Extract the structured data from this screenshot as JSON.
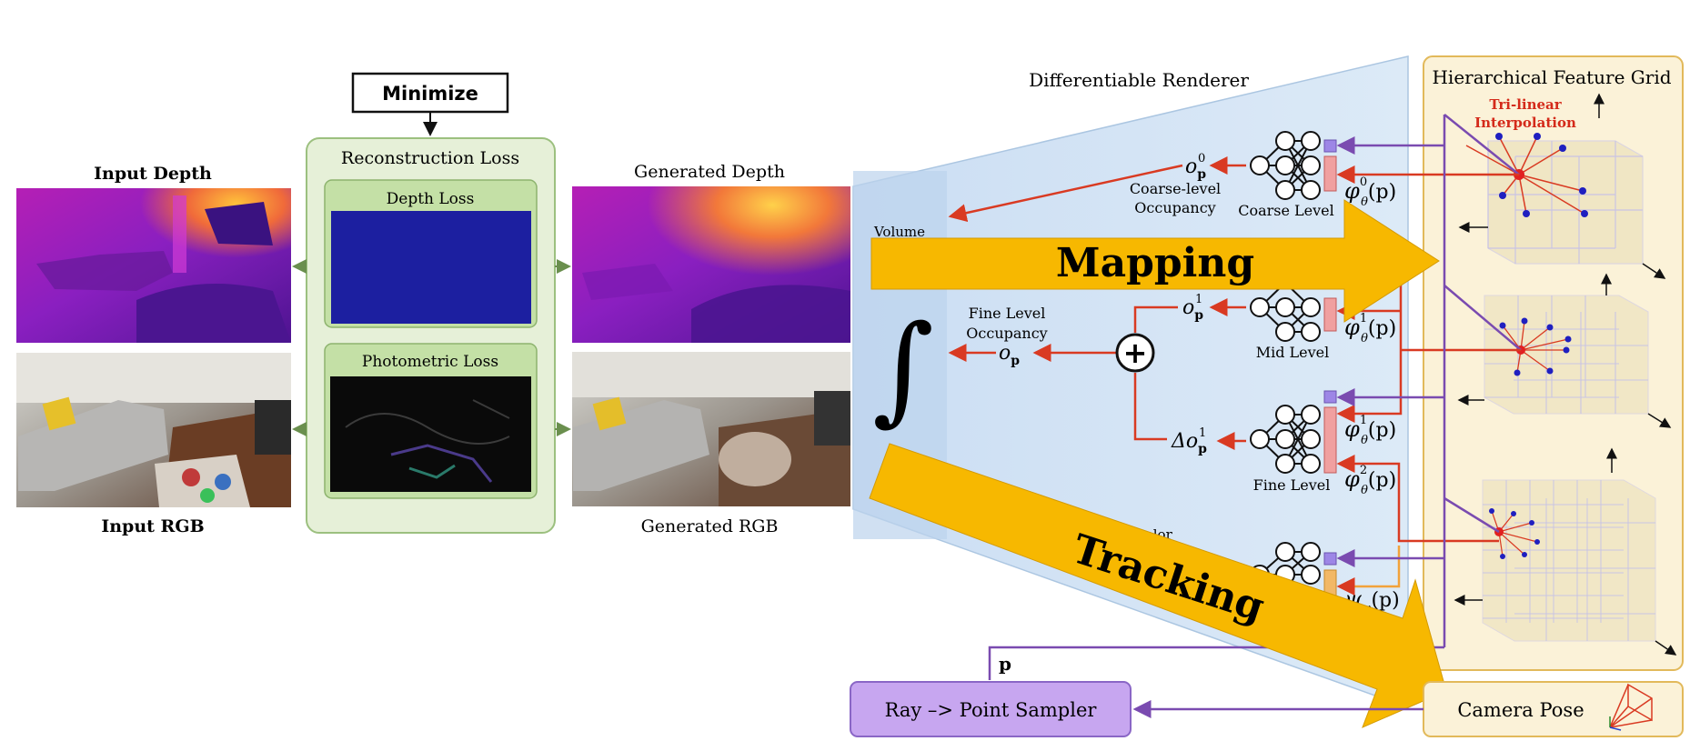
{
  "diagram": {
    "input_depth_label": "Input Depth",
    "input_rgb_label": "Input RGB",
    "minimize_label": "Minimize",
    "reconstruction_loss_label": "Reconstruction Loss",
    "depth_loss_label": "Depth Loss",
    "photometric_loss_label": "Photometric Loss",
    "generated_depth_label": "Generated Depth",
    "generated_rgb_label": "Generated RGB",
    "differentiable_renderer_label": "Differentiable Renderer",
    "volume_label": "Volume",
    "coarse_occupancy_label_line1": "Coarse-level",
    "coarse_occupancy_label_line2": "Occupancy",
    "coarse_level_label": "Coarse Level",
    "fine_occupancy_label_line1": "Fine Level",
    "fine_occupancy_label_line2": "Occupancy",
    "mid_level_label": "Mid Level",
    "fine_level_label": "Fine Level",
    "color_label": "Color",
    "hierarchical_grid_label": "Hierarchical Feature Grid",
    "trilinear_label_line1": "Tri-linear",
    "trilinear_label_line2": "Interpolation",
    "mapping_label": "Mapping",
    "tracking_label": "Tracking",
    "point_symbol": "p",
    "ray_sampler_label": "Ray –> Point Sampler",
    "camera_pose_label": "Camera Pose",
    "math": {
      "o_p0": "o",
      "o_p0_sub": "p",
      "o_p0_sup": "0",
      "o_p1": "o",
      "o_p1_sub": "p",
      "o_p1_sup": "1",
      "o_p": "o",
      "o_p_sub": "p",
      "delta_o": "Δo",
      "delta_o_sub": "p",
      "delta_o_sup": "1",
      "phi0": "φ",
      "phi0_sup": "0",
      "phi0_sub": "θ",
      "phi0_arg": "(p)",
      "phi1a": "φ",
      "phi1a_sup": "1",
      "phi1a_sub": "θ",
      "phi1a_arg": "(p)",
      "phi1b": "φ",
      "phi1b_sup": "1",
      "phi1b_sub": "θ",
      "phi1b_arg": "(p)",
      "phi2": "φ",
      "phi2_sup": "2",
      "phi2_sub": "θ",
      "phi2_arg": "(p)",
      "psi": "ψ",
      "psi_sub": "ω",
      "psi_arg": "(p)",
      "integral": "∫",
      "plus": "+"
    }
  },
  "colors": {
    "arrow_red": "#d93a22",
    "arrow_purple": "#7a4bb0",
    "arrow_green": "#6a8f4e",
    "loss_panel_fill": "#e6f0d8",
    "loss_panel_stroke": "#9cc07f",
    "renderer_fill": "#d6e6f6",
    "grid_panel_fill": "#fbf2d8",
    "grid_panel_stroke": "#e2b95a",
    "mapping_arrow": "#f7b800",
    "sampler_fill": "#c7a6f0",
    "depth_loss_fill": "#1c1fa0",
    "feature_purple": "#9d86e6",
    "feature_red": "#f0a0a0",
    "feature_orange": "#f2b866"
  }
}
